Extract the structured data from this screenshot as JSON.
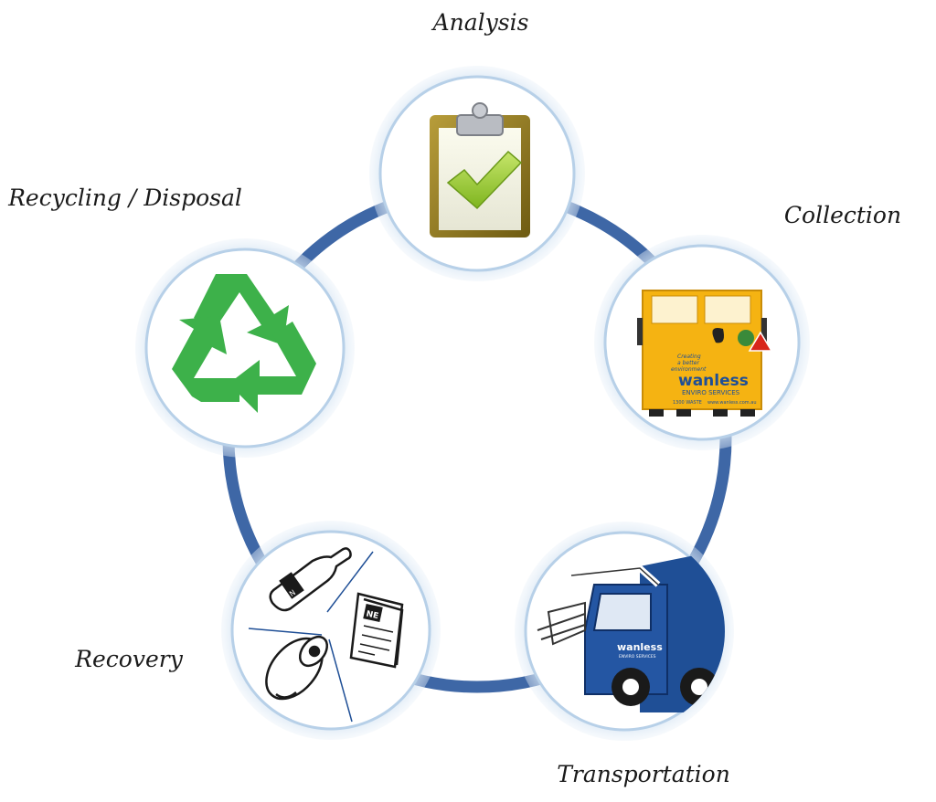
{
  "diagram": {
    "stages": [
      {
        "id": "analysis",
        "label": "Analysis",
        "icon": "clipboard-check-icon"
      },
      {
        "id": "collection",
        "label": "Collection",
        "icon": "waste-bin-icon"
      },
      {
        "id": "transportation",
        "label": "Transportation",
        "icon": "truck-icon"
      },
      {
        "id": "recovery",
        "label": "Recovery",
        "icon": "recyclables-icon"
      },
      {
        "id": "recycling",
        "label": "Recycling / Disposal",
        "icon": "recycle-icon"
      }
    ],
    "bin": {
      "brand": "wanless",
      "sub": "ENVIRO SERVICES",
      "slogan_1": "Creating",
      "slogan_2": "a better",
      "slogan_3": "environment",
      "phone": "1300 WASTE",
      "url": "www.wanless.com.au"
    },
    "truck": {
      "brand": "wanless",
      "sub": "ENVIRO SERVICES"
    },
    "newspaper_mark": "NE",
    "bottle_mark": "N",
    "colors": {
      "ring": "#3e67a6",
      "circle_border": "#cfe0f0",
      "recycle_green": "#3db14a",
      "bin_yellow": "#f5b312",
      "truck_blue": "#1f4f96",
      "clipboard_frame": "#8a7520",
      "check_green": "#9ccc3a"
    }
  }
}
